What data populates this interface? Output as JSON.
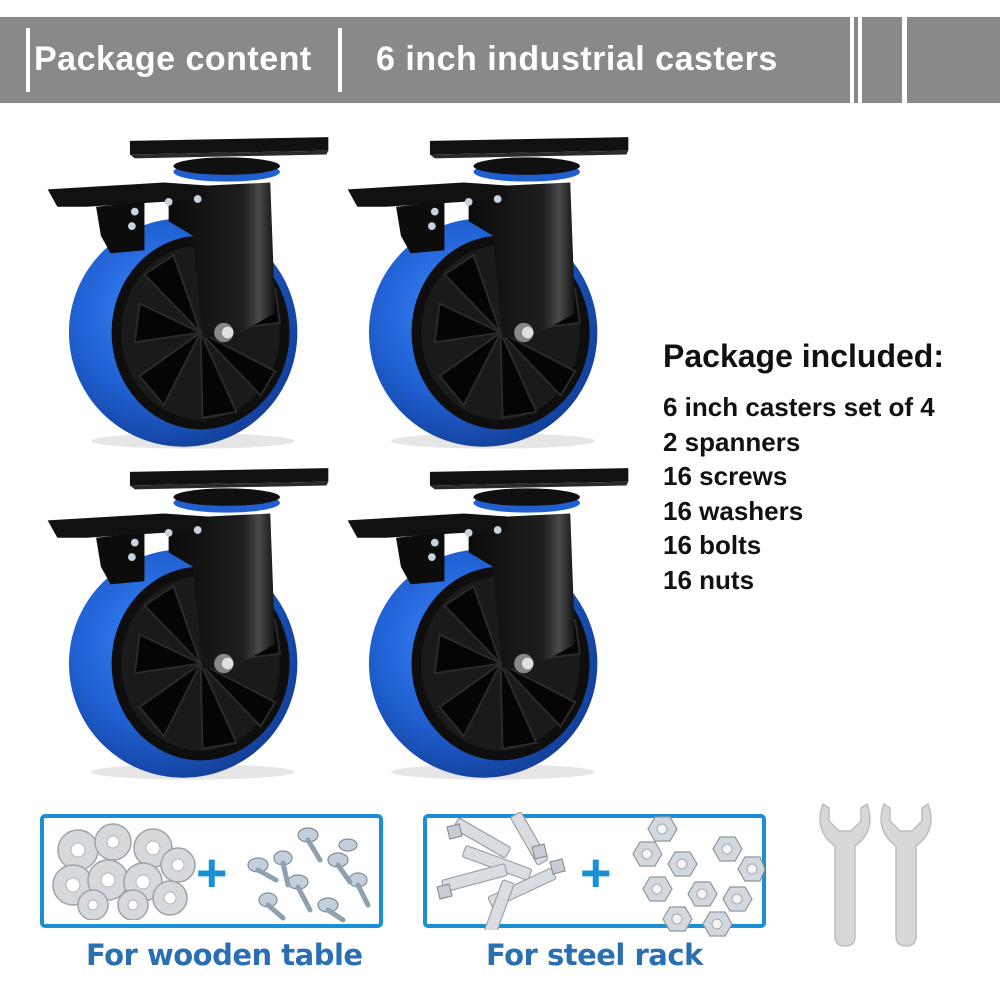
{
  "header": {
    "section_label": "Package content",
    "product_title": "6 inch industrial casters",
    "background_color": "#898989"
  },
  "product_images": [
    {
      "name": "caster-top-left",
      "description": "6 inch swivel caster with brake, blue polyurethane wheel"
    },
    {
      "name": "caster-top-right",
      "description": "6 inch swivel caster with brake, blue polyurethane wheel"
    },
    {
      "name": "caster-bottom-left",
      "description": "6 inch swivel caster with brake, blue polyurethane wheel"
    },
    {
      "name": "caster-bottom-right",
      "description": "6 inch swivel caster with brake, blue polyurethane wheel"
    }
  ],
  "package": {
    "title": "Package included:",
    "items": [
      "6 inch casters set of 4",
      "2 spanners",
      "16 screws",
      "16 washers",
      "16 bolts",
      "16 nuts"
    ]
  },
  "hardware": {
    "wooden": {
      "label": "For wooden table",
      "parts": [
        "washers",
        "screws"
      ],
      "plus": "+"
    },
    "steel": {
      "label": "For steel rack",
      "parts": [
        "bolts",
        "nuts"
      ],
      "plus": "+"
    },
    "spanners_count": 2
  },
  "colors": {
    "accent_blue": "#1b8fd6",
    "label_blue": "#2a6fb2",
    "wheel_blue": "#1f5fd0"
  }
}
